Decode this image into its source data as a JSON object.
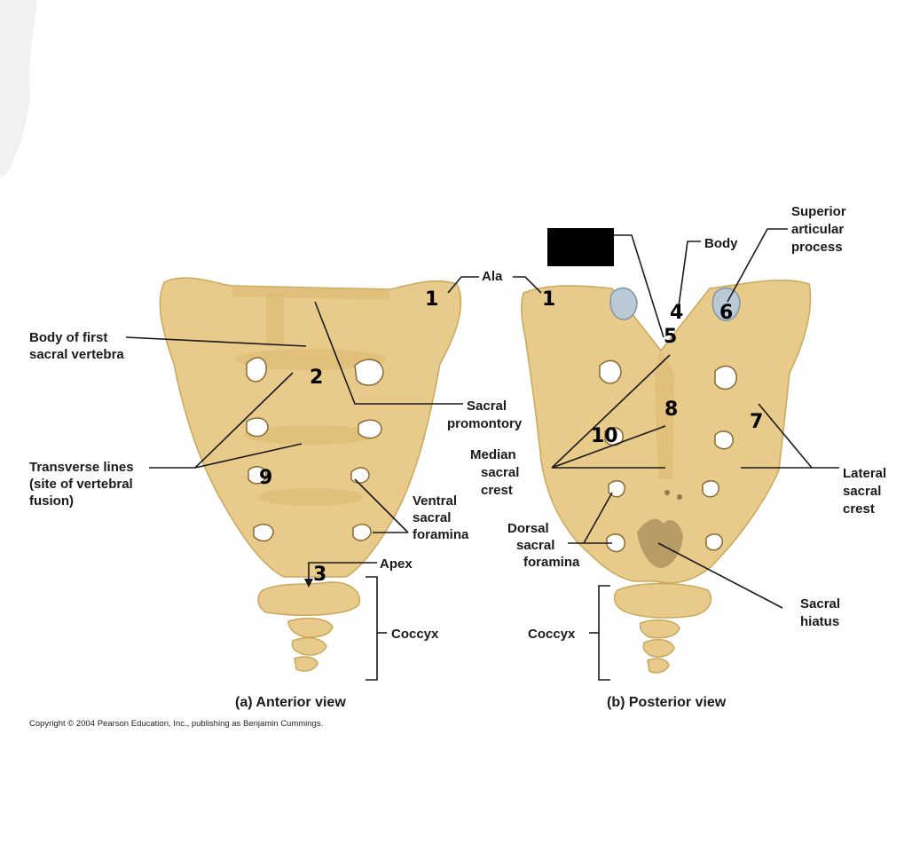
{
  "anterior": {
    "caption": "(a) Anterior view",
    "labels": {
      "ala": "Ala",
      "body_first": [
        "Body of first",
        "sacral vertebra"
      ],
      "transverse": [
        "Transverse lines",
        "(site of vertebral",
        "fusion)"
      ],
      "promontory": [
        "Sacral",
        "promontory"
      ],
      "ventral": [
        "Ventral",
        "sacral",
        "foramina"
      ],
      "apex": "Apex",
      "coccyx": "Coccyx"
    },
    "numbers": {
      "n1": "1",
      "n2": "2",
      "n3": "3",
      "n9": "9"
    }
  },
  "posterior": {
    "caption": "(b) Posterior view",
    "labels": {
      "body": "Body",
      "superior": [
        "Superior",
        "articular",
        "process"
      ],
      "median": [
        "Median",
        "sacral",
        "crest"
      ],
      "lateral": [
        "Lateral",
        "sacral",
        "crest"
      ],
      "dorsal": [
        "Dorsal",
        "sacral",
        "foramina"
      ],
      "hiatus": [
        "Sacral",
        "hiatus"
      ],
      "coccyx": "Coccyx"
    },
    "numbers": {
      "n1": "1",
      "n4": "4",
      "n5": "5",
      "n6": "6",
      "n7": "7",
      "n8": "8",
      "n10": "10"
    }
  },
  "copyright": "Copyright © 2004 Pearson Education, Inc., publishing as Benjamin Cummings.",
  "colors": {
    "bone": "#e8cb8a",
    "redaction": "#000000",
    "cartilage": "#b9c9d6"
  }
}
